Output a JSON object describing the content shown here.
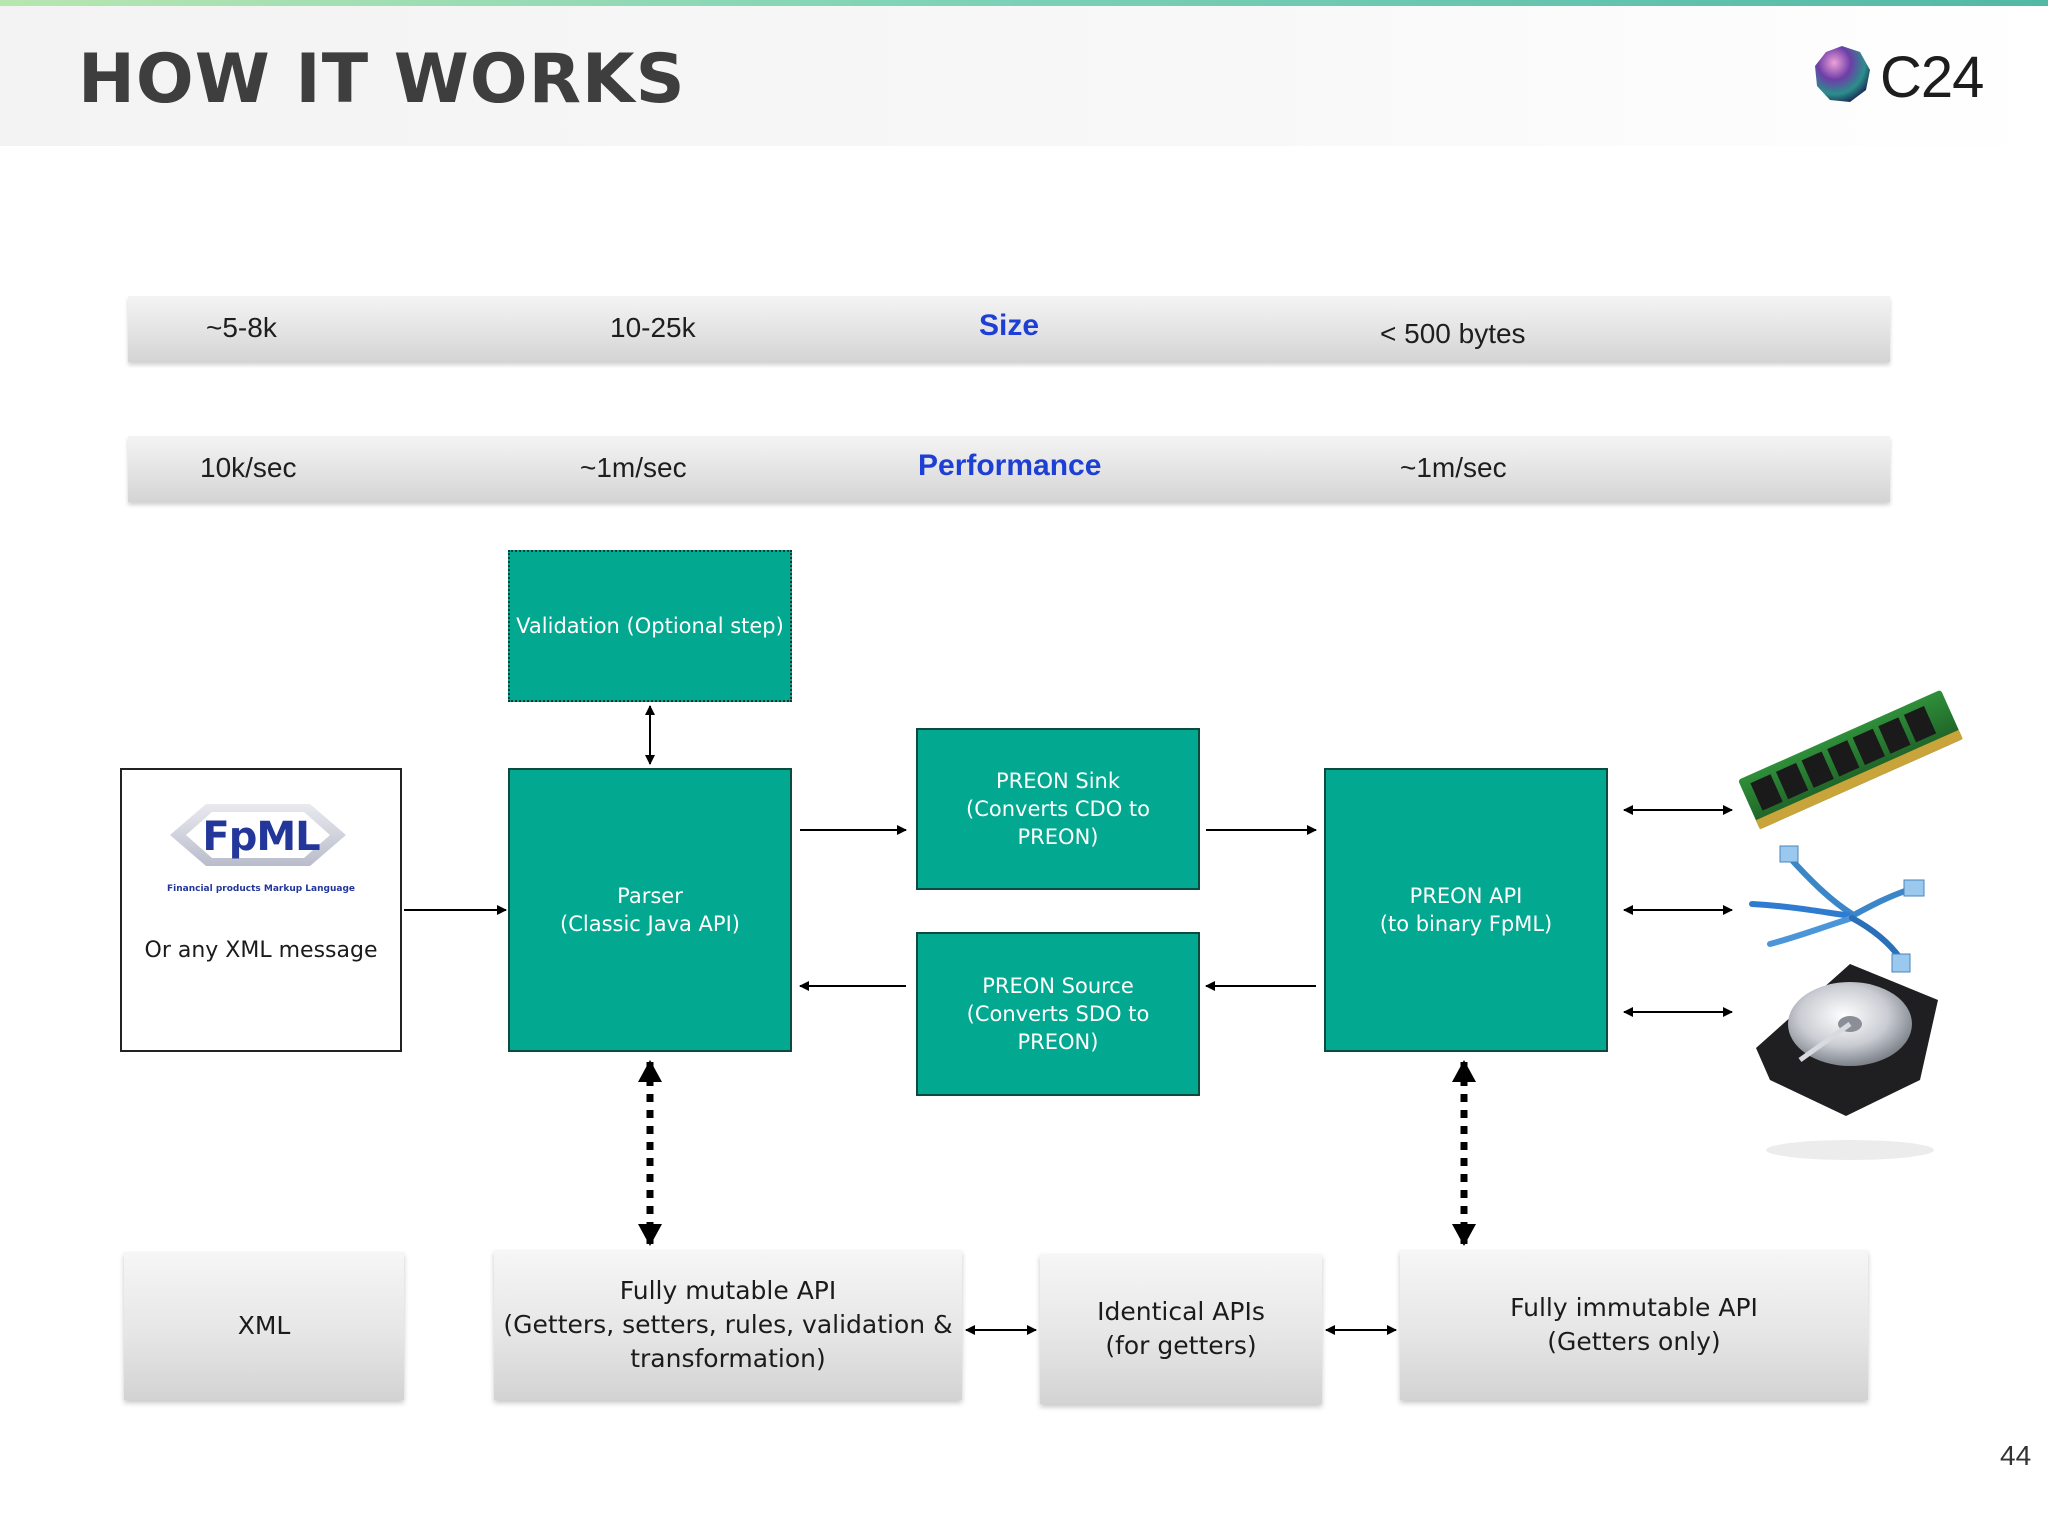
{
  "slide": {
    "title": "HOW IT WORKS",
    "logo_text": "C24",
    "page_number": "44"
  },
  "metrics": {
    "size": {
      "label": "Size",
      "values": [
        "~5-8k",
        "10-25k",
        "< 500 bytes"
      ]
    },
    "performance": {
      "label": "Performance",
      "values": [
        "10k/sec",
        "~1m/sec",
        "~1m/sec"
      ]
    }
  },
  "diagram": {
    "source": {
      "logo_name": "FpML",
      "logo_subtitle": "Financial products Markup Language",
      "caption": "Or any XML message"
    },
    "validation": "Validation (Optional step)",
    "parser": "Parser\n(Classic Java API)",
    "preon_sink": "PREON Sink\n(Converts CDO to\nPREON)",
    "preon_source": "PREON Source\n(Converts SDO to\nPREON)",
    "preon_api": "PREON API\n(to binary FpML)",
    "storage_icons": [
      "memory-module-icon",
      "network-cables-icon",
      "hard-drive-icon"
    ]
  },
  "bottom_row": {
    "xml": "XML",
    "mutable_api": "Fully mutable API\n(Getters, setters, rules, validation &\ntransformation)",
    "identical_apis": "Identical APIs\n(for getters)",
    "immutable_api": "Fully immutable API\n(Getters only)"
  },
  "colors": {
    "teal_box": "#02a88f",
    "metric_label": "#1e3fd6",
    "title": "#3e3e3e"
  }
}
